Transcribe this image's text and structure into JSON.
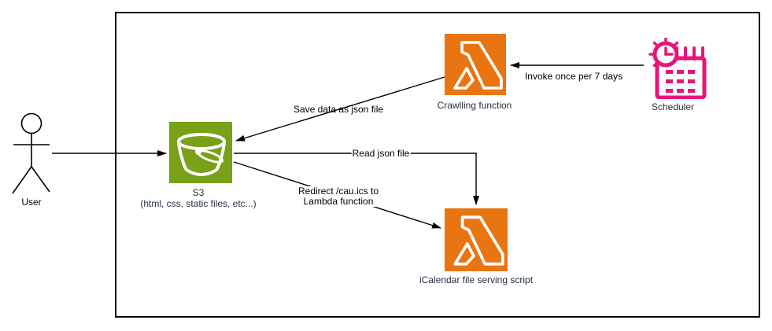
{
  "nodes": {
    "user": {
      "label": "User"
    },
    "s3": {
      "label": "S3",
      "sublabel": "(html, css, static files, etc...)",
      "color": "#78A118"
    },
    "crawler": {
      "label": "Crawlling function",
      "color": "#E87511"
    },
    "scheduler": {
      "label": "Scheduler",
      "color": "#E7157B"
    },
    "icalendar": {
      "label": "iCalendar file serving script",
      "color": "#E87511"
    }
  },
  "edges": {
    "invoke": {
      "label": "Invoke once per 7 days"
    },
    "save": {
      "label": "Save data as json file"
    },
    "read": {
      "label": "Read json file"
    },
    "redirect": {
      "line1": "Redirect /cau.ics to",
      "line2": "Lambda function"
    }
  },
  "colors": {
    "edge": "#000000",
    "node_label": "#232F3E",
    "boundary": "#000000",
    "background": "#FFFFFF"
  }
}
